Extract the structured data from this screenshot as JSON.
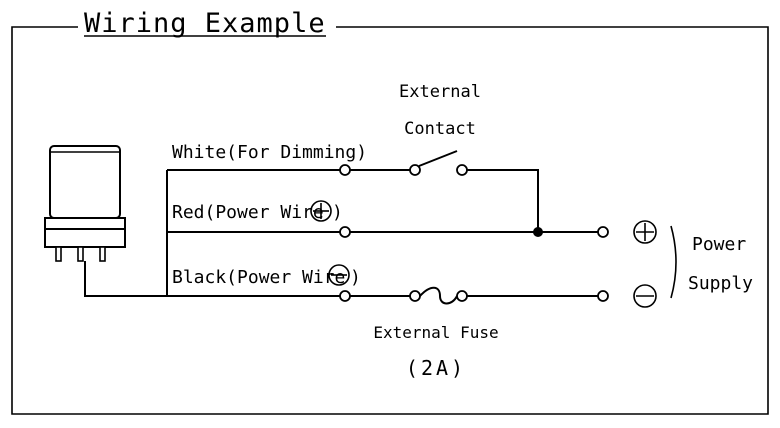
{
  "diagram": {
    "title": "Wiring Example",
    "wires": {
      "white": "White(For Dimming)",
      "red": "Red(Power Wire",
      "black": "Black(Power Wire"
    },
    "external_contact": {
      "line1": "External",
      "line2": "Contact"
    },
    "external_fuse": {
      "line1": "External Fuse",
      "line2": "(2A)"
    },
    "power_supply": {
      "line1": "Power",
      "line2": "Supply"
    },
    "symbols": {
      "plus": "plus-circle",
      "minus": "minus-circle"
    }
  }
}
